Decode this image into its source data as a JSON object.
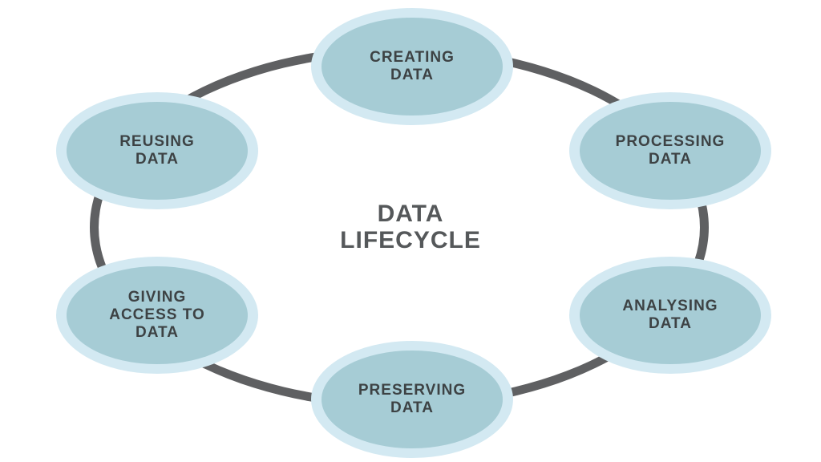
{
  "diagram": {
    "title": [
      "DATA",
      "LIFECYCLE"
    ],
    "stages": [
      {
        "label": "CREATING\nDATA"
      },
      {
        "label": "PROCESSING\nDATA"
      },
      {
        "label": "ANALYSING\nDATA"
      },
      {
        "label": "PRESERVING\nDATA"
      },
      {
        "label": "GIVING\nACCESS TO\nDATA"
      },
      {
        "label": "REUSING\nDATA"
      }
    ],
    "colors": {
      "ring": "#5f6062",
      "node_outer": "#d3e9f2",
      "node_inner": "#a6ccd5",
      "node_text": "#3d4244",
      "title_text": "#55585a"
    }
  }
}
